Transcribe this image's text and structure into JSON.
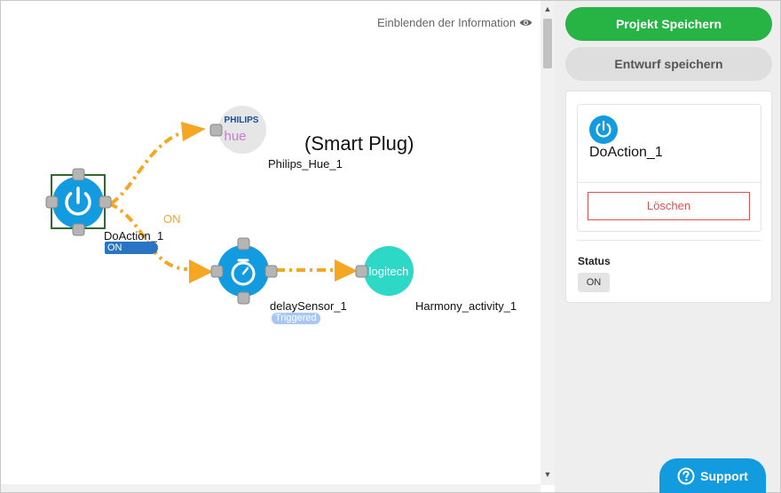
{
  "canvas": {
    "info_toggle_label": "Einblenden der Information",
    "annotation": "(Smart Plug)",
    "edge_label": "ON",
    "nodes": {
      "do_action": {
        "label": "DoAction_1",
        "badge": "ON"
      },
      "philips_hue": {
        "label": "Philips_Hue_1",
        "logo_line1": "PHILIPS",
        "logo_line2": "hue"
      },
      "delay_sensor": {
        "label": "delaySensor_1",
        "badge": "Triggered"
      },
      "harmony": {
        "label": "Harmony_activity_1",
        "logo": "logitech"
      }
    },
    "icons": {
      "eye": "eye-icon",
      "power": "power-icon",
      "stopwatch": "stopwatch-icon"
    }
  },
  "sidebar": {
    "save_project": "Projekt Speichern",
    "save_draft": "Entwurf speichern",
    "selected": {
      "title": "DoAction_1",
      "delete_label": "Löschen",
      "status_label": "Status",
      "status_value": "ON"
    }
  },
  "support_label": "Support",
  "colors": {
    "primary_green": "#27b444",
    "node_blue": "#139bdf",
    "edge_orange": "#f5a623",
    "logitech_teal": "#2ed8c7",
    "danger": "#d9534f"
  }
}
